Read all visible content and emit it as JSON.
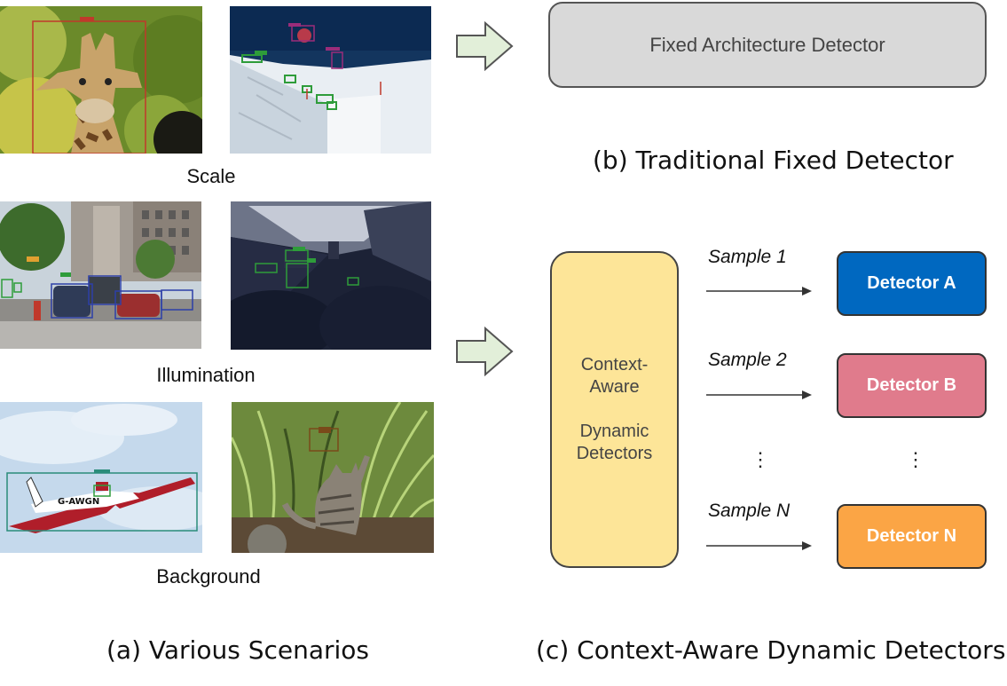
{
  "scenarios": {
    "scale_label": "Scale",
    "illumination_label": "Illumination",
    "background_label": "Background",
    "caption": "(a) Various Scenarios"
  },
  "traditional": {
    "box_label": "Fixed Architecture Detector",
    "caption": "(b) Traditional Fixed Detector"
  },
  "dynamic": {
    "context_line1": "Context-",
    "context_line2": "Aware",
    "context_line3": "Dynamic",
    "context_line4": "Detectors",
    "samples": [
      "Sample 1",
      "Sample 2",
      "Sample N"
    ],
    "detectors": [
      {
        "label": "Detector A",
        "color": "#0068c0"
      },
      {
        "label": "Detector B",
        "color": "#e07b8c"
      },
      {
        "label": "Detector N",
        "color": "#fba545"
      }
    ],
    "ellipsis": "⋮",
    "caption": "(c) Context-Aware Dynamic Detectors"
  },
  "colors": {
    "arrow_fill": "#e2efd9",
    "arrow_stroke": "#555555"
  }
}
